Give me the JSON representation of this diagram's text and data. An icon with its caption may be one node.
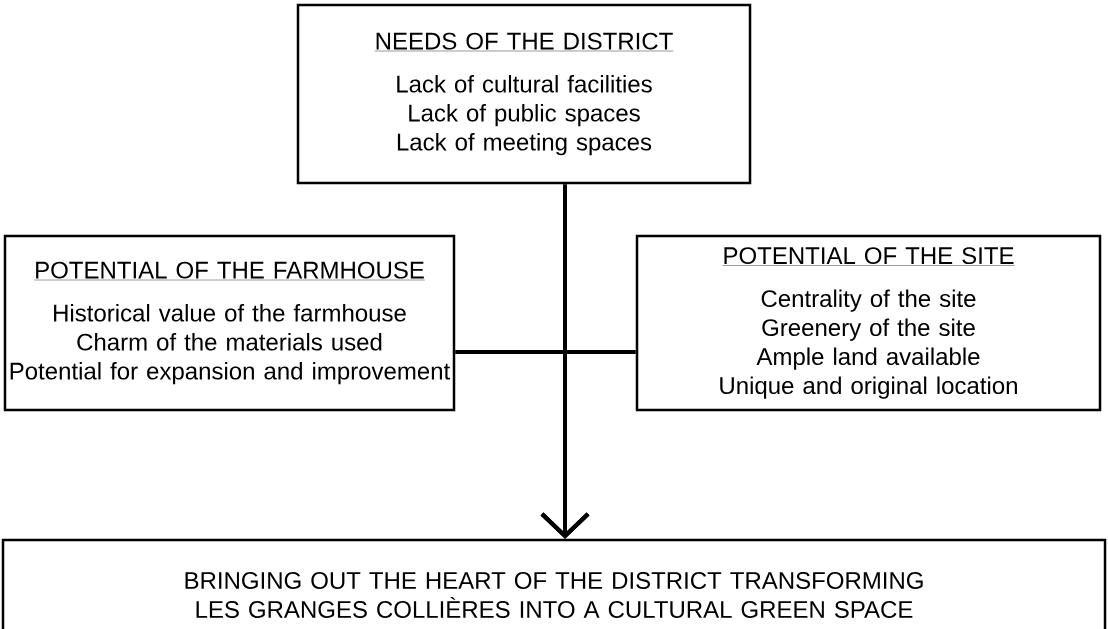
{
  "diagram": {
    "nodes": [
      {
        "text": [
          "NEEDS OF THE DISTRICT",
          "Lack of cultural facilities",
          "Lack of public spaces",
          "Lack of meeting spaces"
        ]
      },
      {
        "text": [
          "POTENTIAL OF THE FARMHOUSE",
          "Historical value of the farmhouse",
          "Charm of the materials used",
          "Potential for expansion and improvement"
        ]
      },
      {
        "text": [
          "POTENTIAL OF THE SITE",
          "Centrality of the site",
          "Greenery of the site",
          "Ample land available",
          "Unique and original location"
        ]
      },
      {
        "text": [
          "BRINGING OUT THE HEART OF THE DISTRICT TRANSFORMING LES GRANGES COLLIÈRES INTO A CULTURAL GREEN SPACE"
        ]
      }
    ],
    "edges": [
      {
        "from": 0,
        "to": 3,
        "arrow": "to"
      },
      {
        "from": 1,
        "to": 3,
        "arrow": "to"
      },
      {
        "from": 2,
        "to": 3,
        "arrow": "to"
      }
    ]
  }
}
